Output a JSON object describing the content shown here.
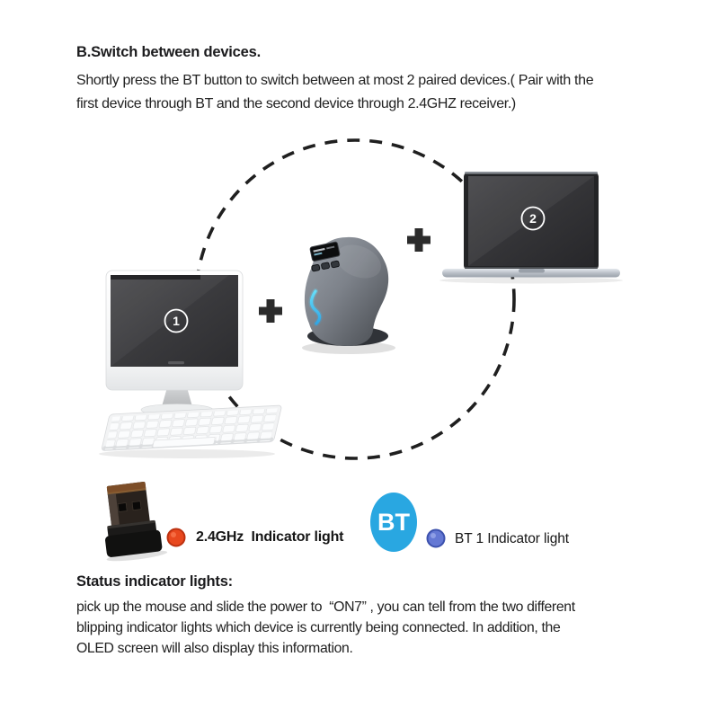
{
  "switch_section": {
    "heading": "B.Switch between devices.",
    "lines": [
      "Shortly press the BT button to switch between at most 2 paired devices.( Pair with the",
      "first device through BT and the second device through 2.4GHZ receiver.)"
    ]
  },
  "diagram": {
    "device1_number": "1",
    "device2_number": "2",
    "icons": [
      "desktop-computer",
      "keyboard",
      "vertical-mouse",
      "laptop",
      "usb-receiver",
      "plus-sign",
      "dashed-pairing-circle"
    ]
  },
  "legend": {
    "receiver": {
      "icon": "usb-receiver",
      "dot_color": "#e8481e",
      "label": "2.4GHz  Indicator light"
    },
    "bluetooth": {
      "badge": "BT",
      "badge_color": "#29a7e1",
      "dot_color": "#6478d4",
      "label": "BT 1 Indicator light"
    }
  },
  "status_section": {
    "heading": "Status indicator lights:",
    "lines": [
      "pick up the mouse and slide the power to  “ON7” , you can tell from the two different",
      "blipping indicator lights which device is currently being connected. In addition, the",
      "OLED screen will also display this information."
    ]
  },
  "colors": {
    "text": "#1d1d1f",
    "dashed_circle": "#1f1f1f",
    "mouse_led": "#3fc0ef",
    "bt_badge": "#29a7e1",
    "rf_dot": "#e8481e",
    "bt_dot": "#6478d4"
  }
}
